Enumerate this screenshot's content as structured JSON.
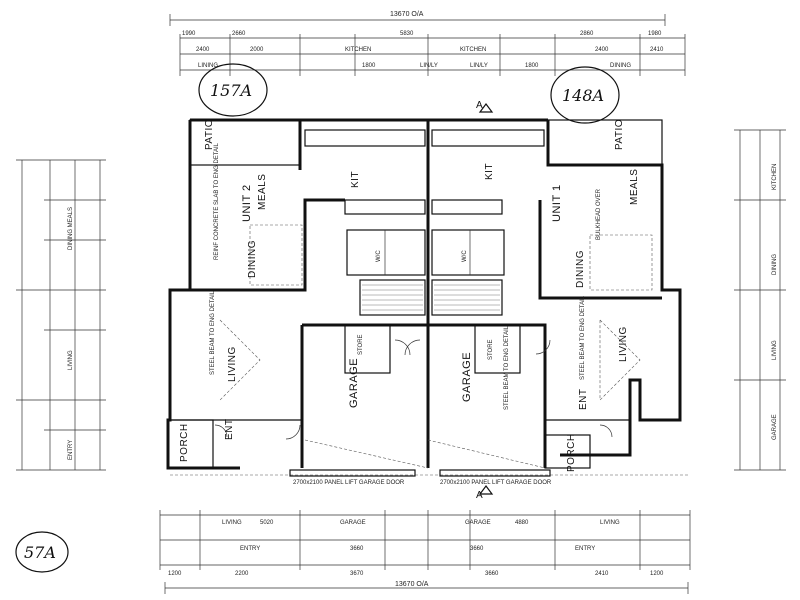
{
  "dimensions": {
    "top_overall": "13670 O/A",
    "top_row1": [
      "1990",
      "2660",
      "5830",
      "2860",
      "1980"
    ],
    "top_row2": [
      "2400",
      "2000",
      "KITCHEN",
      "KITCHEN",
      "2400",
      "2410"
    ],
    "top_row3": [
      "LINING",
      "1800",
      "LIN/LY",
      "LIN/LY",
      "1800",
      "DINING"
    ],
    "bottom_overall": "13670 O/A",
    "bottom_row1": [
      "5020",
      "LIVING",
      "GARAGE",
      "GARAGE",
      "4880",
      "LIVING"
    ],
    "bottom_row2": [
      "ENTRY",
      "3660",
      "3660",
      "ENTRY"
    ],
    "bottom_row3": [
      "1200",
      "2200",
      "3670",
      "3660",
      "2410",
      "1200"
    ],
    "left_labels": [
      "DINING MEALS",
      "LIVING",
      "ENTRY"
    ],
    "right_labels": [
      "KITCHEN",
      "DINING",
      "LIVING",
      "GARAGE"
    ]
  },
  "rooms": {
    "u2_patio": "PATIO",
    "u1_patio": "PATIO",
    "u2_meals": "MEALS",
    "u1_meals": "MEALS",
    "u2_unit": "UNIT 2",
    "u1_unit": "UNIT 1",
    "u2_dining": "DINING",
    "u1_dining": "DINING",
    "u2_kit": "KIT",
    "u1_kit": "KIT",
    "u2_living": "LIVING",
    "u1_living": "LIVING",
    "u2_garage": "GARAGE",
    "u1_garage": "GARAGE",
    "u2_porch": "PORCH",
    "u1_porch": "PORCH",
    "u2_ent": "ENT",
    "u1_ent": "ENT",
    "u2_store": "STORE",
    "u1_store": "STORE",
    "wc": "W/C"
  },
  "notes": {
    "u2_reinf": "REINF CONCRETE SLAB TO ENG DETAIL",
    "u1_bulkhead": "BULKHEAD OVER",
    "u2_steel": "STEEL BEAM TO ENG DETAIL",
    "u1_steel": "STEEL BEAM TO ENG DETAIL",
    "garage_door_left": "2700x2100 PANEL LIFT GARAGE DOOR",
    "garage_door_right": "2700x2100 PANEL LIFT GARAGE DOOR",
    "section_mark": "A"
  },
  "annotations": {
    "left_circle": "157A",
    "right_circle": "148A",
    "corner": "57A"
  },
  "colors": {
    "ink": "#111111",
    "paper": "#ffffff",
    "hatch": "#777777"
  }
}
